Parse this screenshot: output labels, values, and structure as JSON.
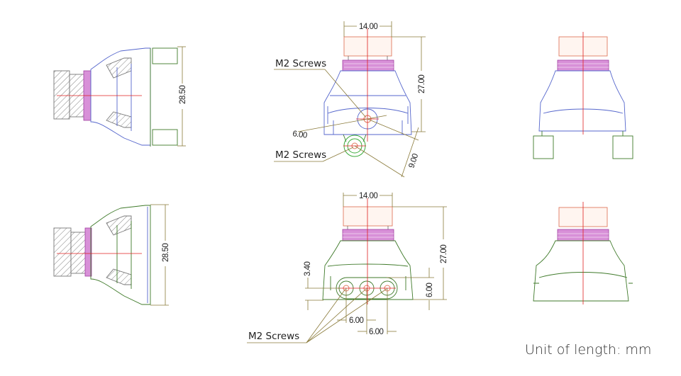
{
  "top_left_view": {
    "height_dim": "28.50"
  },
  "top_front_view": {
    "width_dim": "14.00",
    "height_dim": "27.00",
    "screw_offset_dim": "6.00",
    "bracket_dim": "9.00",
    "screw_label_top": "M2 Screws",
    "screw_label_bottom": "M2 Screws"
  },
  "bottom_left_view": {
    "height_dim": "28.50"
  },
  "bottom_front_view": {
    "width_dim": "14.00",
    "height_dim": "27.00",
    "hole_height_dim": "3.40",
    "plate_height_dim": "6.00",
    "spacing_dim_1": "6.00",
    "spacing_dim_2": "6.00",
    "screw_label": "M2 Screws"
  },
  "footer": {
    "unit_label": "Unit of length: mm"
  },
  "colors": {
    "lens": "#e07a60",
    "ring": "#a040a0",
    "blue_body": "#5566cc",
    "green_body": "#3f7a2a",
    "dimension": "#8a7a3a",
    "centerline": "#e02020"
  }
}
